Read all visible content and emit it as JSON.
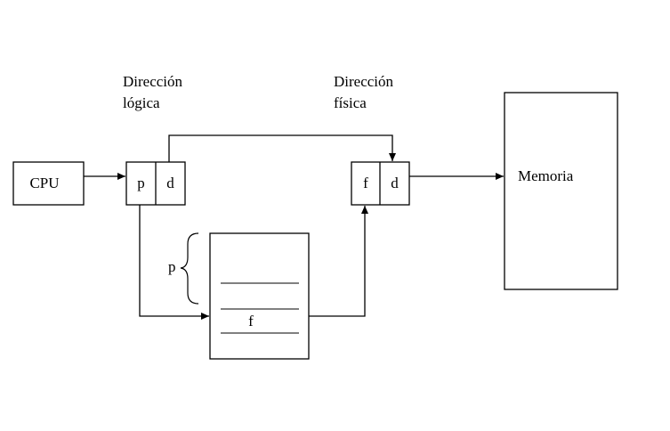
{
  "labels": {
    "logical_address_line1": "Dirección",
    "logical_address_line2": "lógica",
    "physical_address_line1": "Dirección",
    "physical_address_line2": "física",
    "cpu": "CPU",
    "memory": "Memoria",
    "page_p": "p",
    "offset_d": "d",
    "frame_f": "f",
    "physical_offset_d": "d",
    "table_index_p": "p",
    "table_entry_f": "f"
  }
}
